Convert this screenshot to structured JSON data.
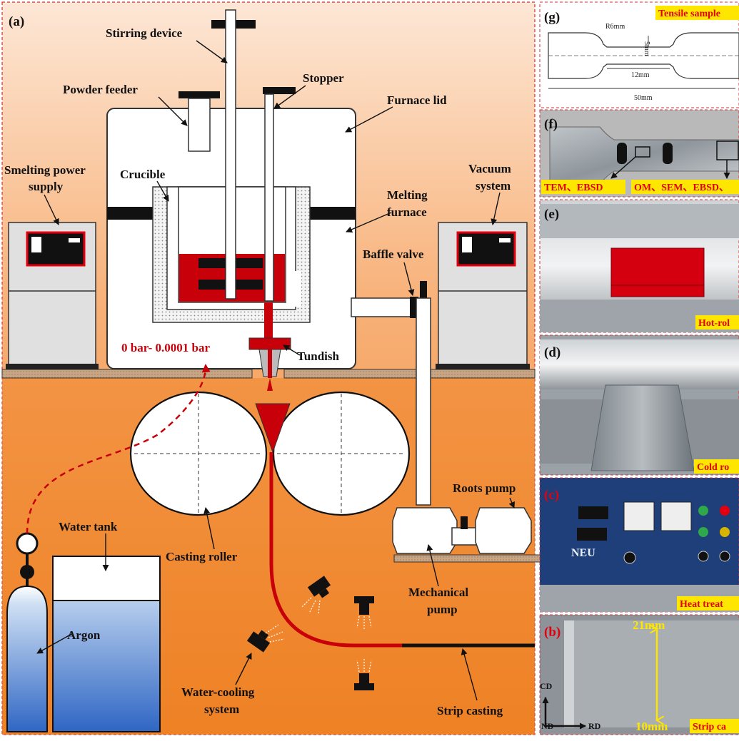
{
  "panel_a": {
    "label": "(a)",
    "components": {
      "stirring_device": "Stirring device",
      "stopper": "Stopper",
      "powder_feeder": "Powder feeder",
      "furnace_lid": "Furnace lid",
      "smelting_power_line1": "Smelting power",
      "smelting_power_line2": "supply",
      "crucible": "Crucible",
      "melting_furnace_line1": "Melting",
      "melting_furnace_line2": "furnace",
      "vacuum_line1": "Vacuum",
      "vacuum_line2": "system",
      "baffle_valve": "Baffle valve",
      "tundish": "Tundish",
      "pressure": "0 bar- 0.0001 bar",
      "roots_pump": "Roots pump",
      "water_tank": "Water tank",
      "casting_roller": "Casting roller",
      "mechanical_pump_line1": "Mechanical",
      "mechanical_pump_line2": "pump",
      "argon": "Argon",
      "water_cooling_line1": "Water-cooling",
      "water_cooling_line2": "system",
      "strip_casting": "Strip casting"
    }
  },
  "panel_g": {
    "label": "(g)",
    "tag": "Tensile sample",
    "dims": {
      "radius": "R6mm",
      "width": "5mm",
      "gauge": "12mm",
      "total": "50mm"
    }
  },
  "panel_f": {
    "label": "(f)",
    "tag_left": "TEM、EBSD",
    "tag_right": "OM、SEM、EBSD、"
  },
  "panel_e": {
    "label": "(e)",
    "tag": "Hot-rol"
  },
  "panel_d": {
    "label": "(d)",
    "tag": "Cold ro"
  },
  "panel_c": {
    "label": "(c)",
    "tag": "Heat treat",
    "brand": "NEU"
  },
  "panel_b": {
    "label": "(b)",
    "tag": "Strip ca",
    "dim_top": "21mm",
    "dim_bottom": "10mm",
    "axis_cd": "CD",
    "axis_nd": "ND",
    "axis_rd": "RD"
  },
  "colors": {
    "orange_light": "#fbd9bd",
    "orange_mid": "#f7a25c",
    "orange_dark": "#f08a2e",
    "melt_red": "#c8000a",
    "tag_red": "#e3000f",
    "tag_yellow": "#ffe600",
    "ground": "#c7a585"
  }
}
